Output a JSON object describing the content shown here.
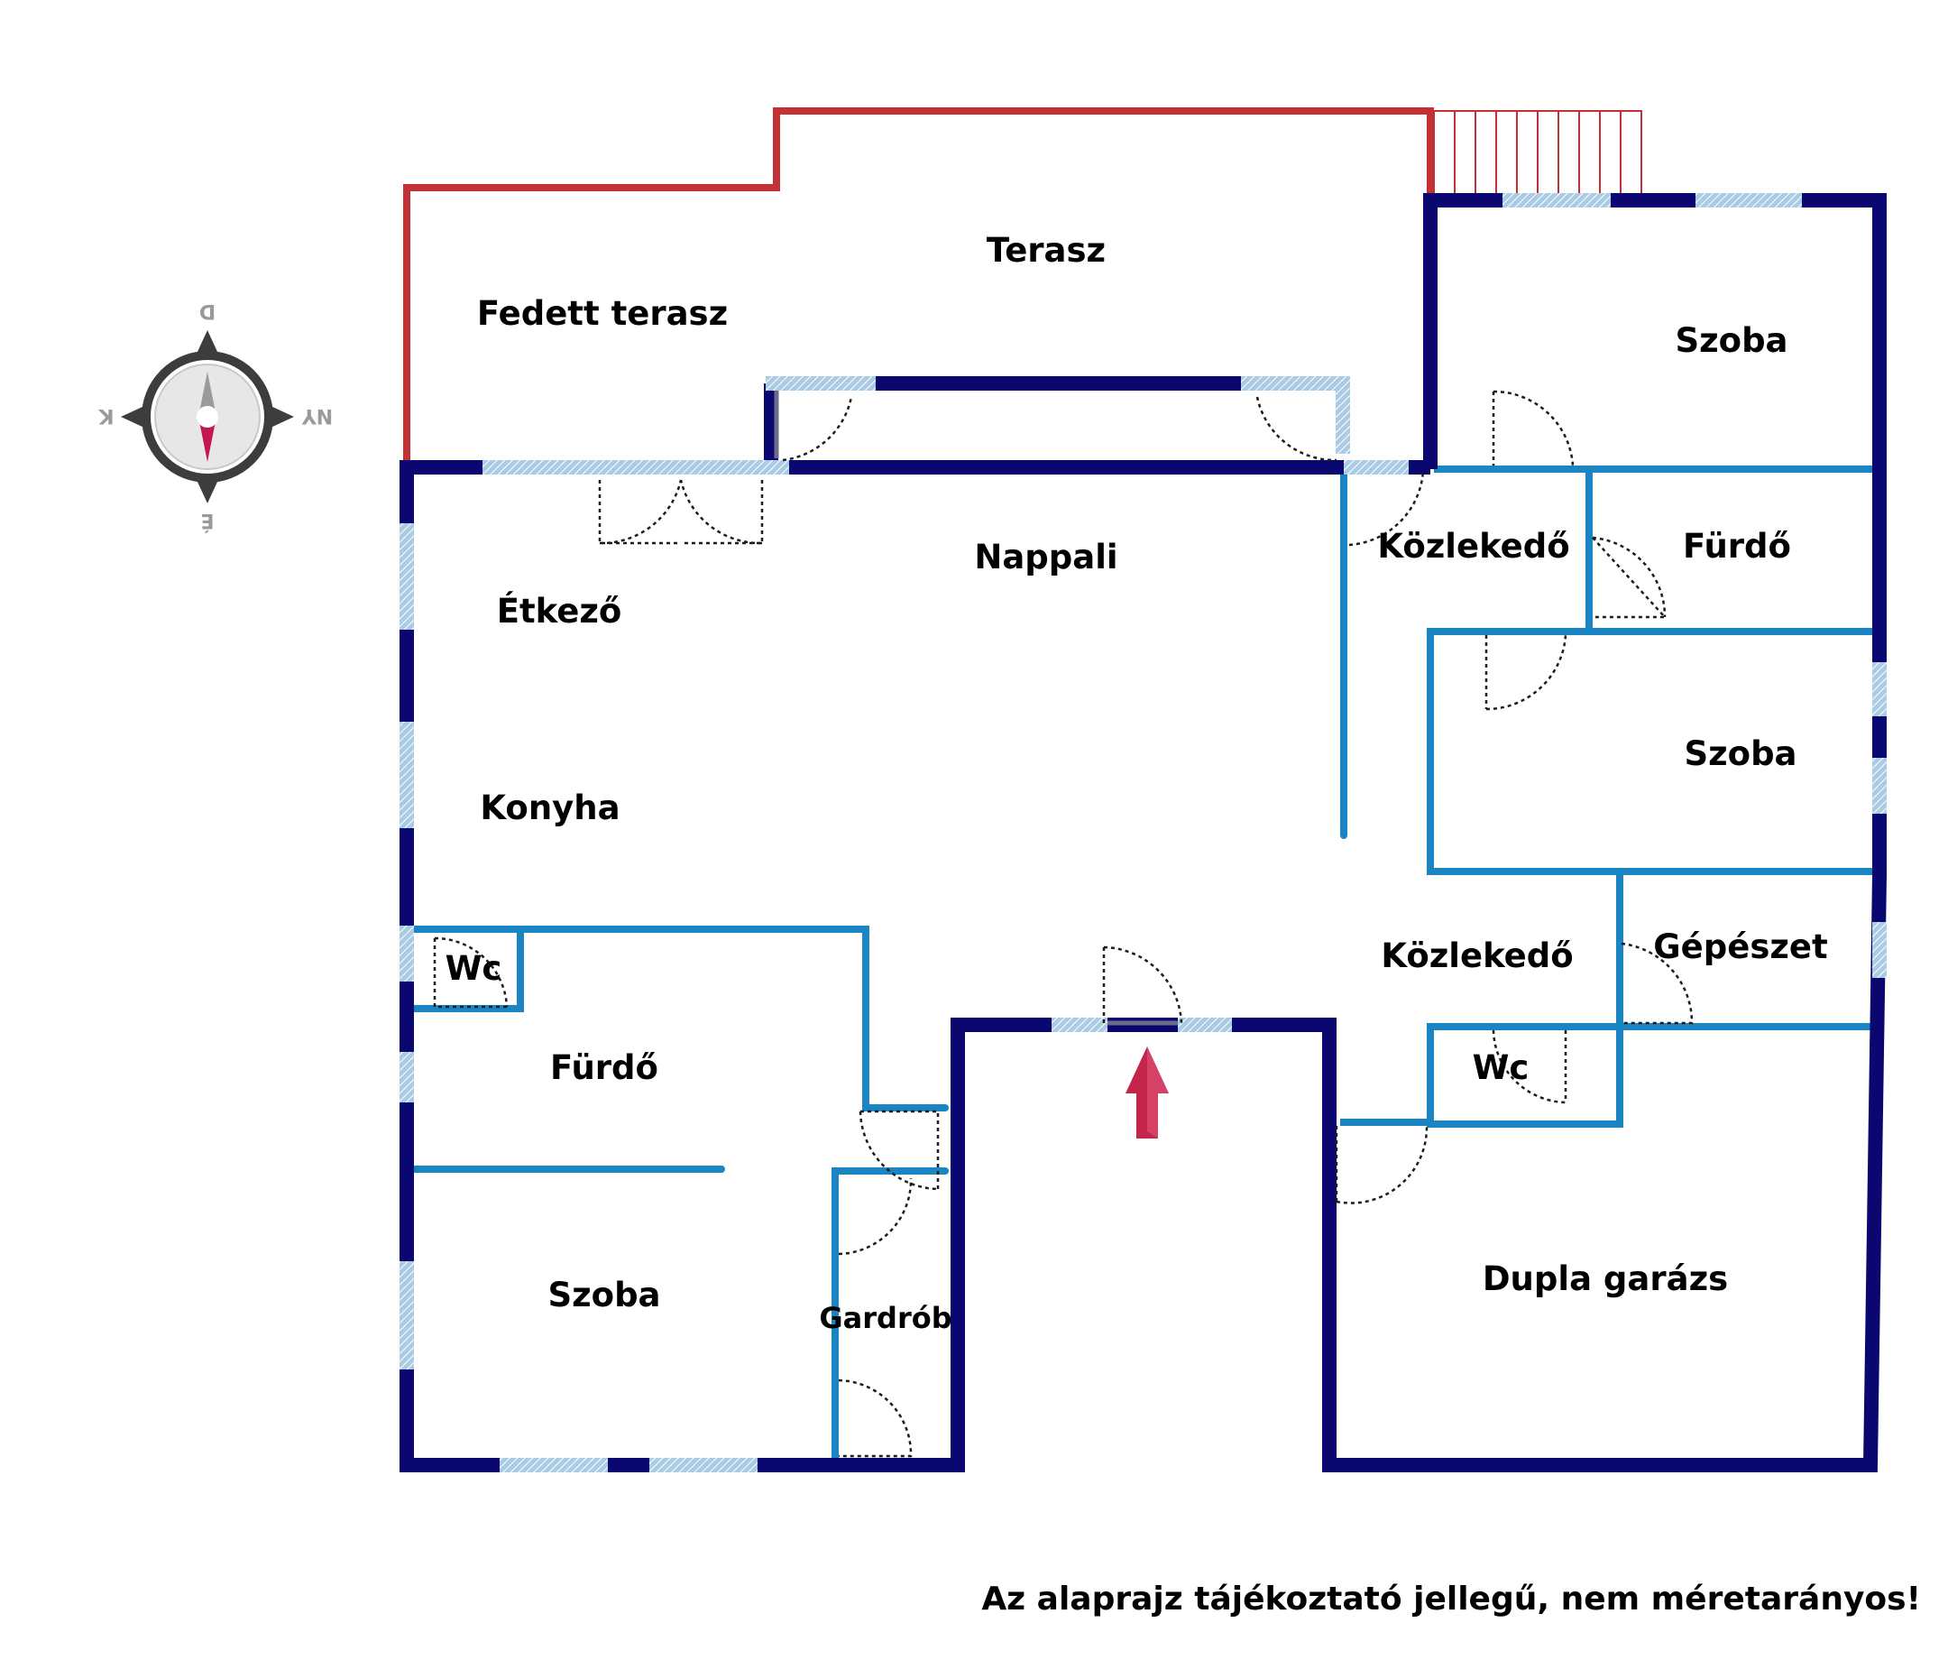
{
  "rooms": {
    "fedett_terasz": "Fedett terasz",
    "terasz": "Terasz",
    "nappali": "Nappali",
    "etkezo": "Étkező",
    "konyha": "Konyha",
    "wc_left": "Wc",
    "furdo_left": "Fürdő",
    "szoba_left": "Szoba",
    "gardrob": "Gardrób",
    "szoba_top_right": "Szoba",
    "kozlekedo_top": "Közlekedő",
    "furdo_right": "Fürdő",
    "szoba_mid_right": "Szoba",
    "kozlekedo_bottom": "Közlekedő",
    "gepeszet": "Gépészet",
    "wc_right": "Wc",
    "dupla_garazs": "Dupla garázs"
  },
  "notice": "Az alaprajz tájékoztató jellegű, nem méretarányos!",
  "compass": {
    "top": "D",
    "right": "NY",
    "bottom": "É",
    "left": "K"
  },
  "colors": {
    "outer_wall": "#0a0870",
    "inner_wall": "#1a85c2",
    "terrace_outline": "#c43036",
    "window": "#a9cbe4",
    "entrance_arrow": "#c4254a",
    "compass_ring": "#3d3d3d",
    "compass_needle_south": "#c4164f"
  },
  "icons": {
    "compass": "compass-icon",
    "entrance": "entrance-arrow-icon"
  }
}
